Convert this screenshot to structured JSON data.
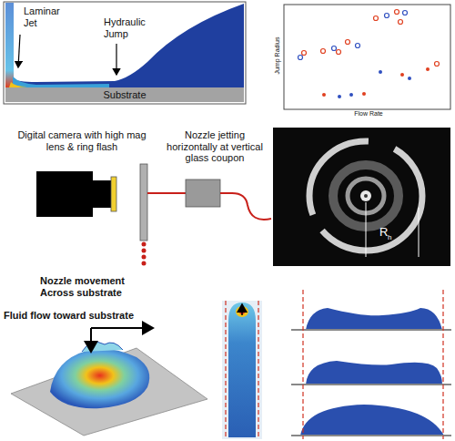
{
  "diagram": {
    "nodes": [
      {
        "text": [
          "Substrate"
        ]
      }
    ],
    "labels": [
      "Laminar Jet",
      "Hydraulic Jump",
      "Jump Radius",
      "Flow Rate",
      "Digital camera with high mag lens & ring flash",
      "Nozzle jetting horizontally at vertical glass coupon",
      "R",
      "h",
      "Nozzle movement Across substrate",
      "Fluid flow toward substrate"
    ]
  }
}
